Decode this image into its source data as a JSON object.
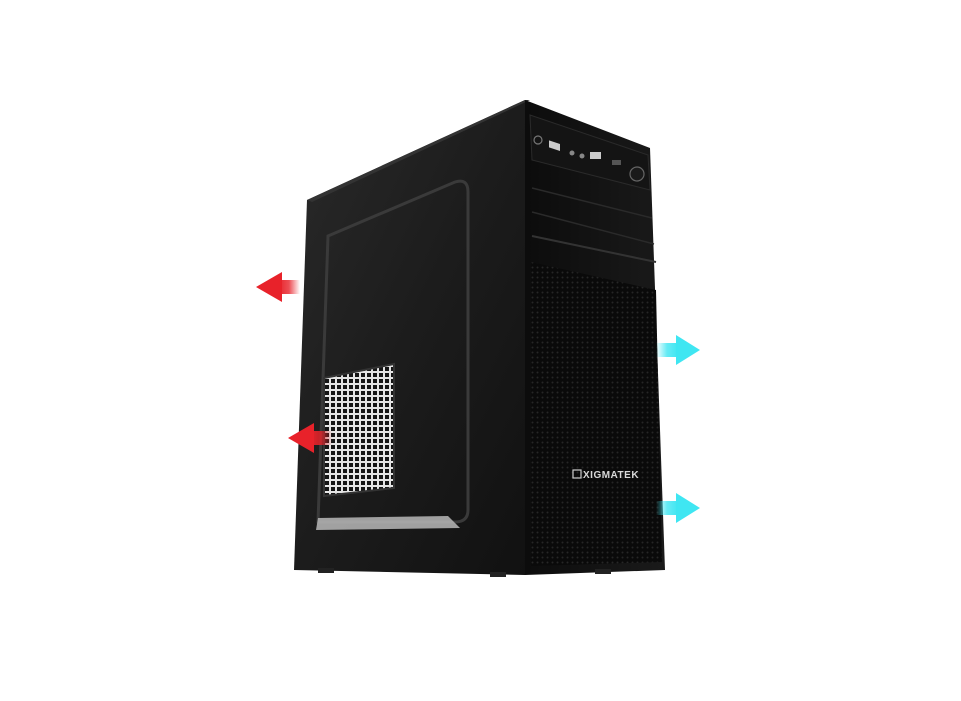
{
  "product": {
    "brand_label": "XIGMATEK"
  },
  "airflow": {
    "exhaust_color": "#e8222a",
    "intake_color": "#3fe6f2",
    "exhaust_arrows": [
      "rear-top-exhaust",
      "rear-psu-exhaust"
    ],
    "intake_arrows": [
      "front-upper-intake",
      "front-lower-intake"
    ]
  },
  "colors": {
    "case_body": "#1a1a1a",
    "case_front": "#0d0d0d",
    "background": "#ffffff"
  }
}
